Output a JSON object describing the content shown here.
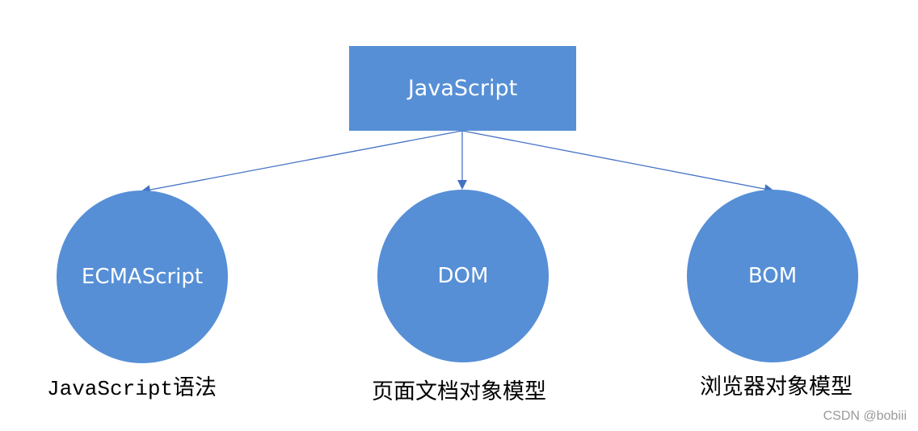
{
  "colors": {
    "node_fill": "#568fd6",
    "connector": "#4472c4",
    "label_text": "#ffffff",
    "caption_text": "#000000",
    "watermark_text": "#999999"
  },
  "root": {
    "label": "JavaScript"
  },
  "children": [
    {
      "label": "ECMAScript",
      "caption_code": "JavaScript",
      "caption_text": "语法"
    },
    {
      "label": "DOM",
      "caption": "页面文档对象模型"
    },
    {
      "label": "BOM",
      "caption": "浏览器对象模型"
    }
  ],
  "watermark": "CSDN @bobiii"
}
